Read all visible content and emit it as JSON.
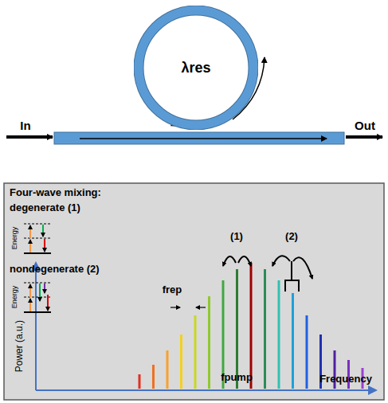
{
  "diagram": {
    "nodes": [
      {
        "text": [
          "λres"
        ]
      }
    ],
    "labels": [
      "In",
      "Out",
      "Four-wave mixing:",
      "degenerate (1)",
      "Energy",
      "nondegenerate (2)",
      "Energy",
      "Power (a.u.)",
      "frep",
      "(1)",
      "(2)",
      "fpump",
      "Frequency"
    ]
  }
}
